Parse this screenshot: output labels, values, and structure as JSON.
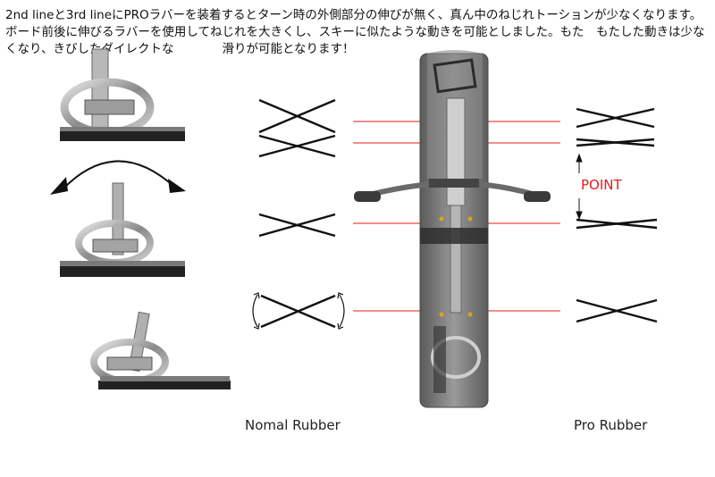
{
  "intro_text": "2nd lineと3rd lineにPROラバーを装着するとターン時の外側部分の伸びが無く、真ん中のねじれトーションが少なくなります。ボード前後に伸びるラバーを使用してねじれを大きくし、スキーに似たような動きを可能としました。もた　もたした動きは少なくなり、きびしたダイレクトな　　　　滑りが可能となります！",
  "labels": {
    "nomal": "Nomal Rubber",
    "pro": "Pro Rubber",
    "point": "POINT"
  },
  "colors": {
    "guide_line": "#e51b1b",
    "cross": "#111111",
    "board": "#6f6f6f"
  }
}
